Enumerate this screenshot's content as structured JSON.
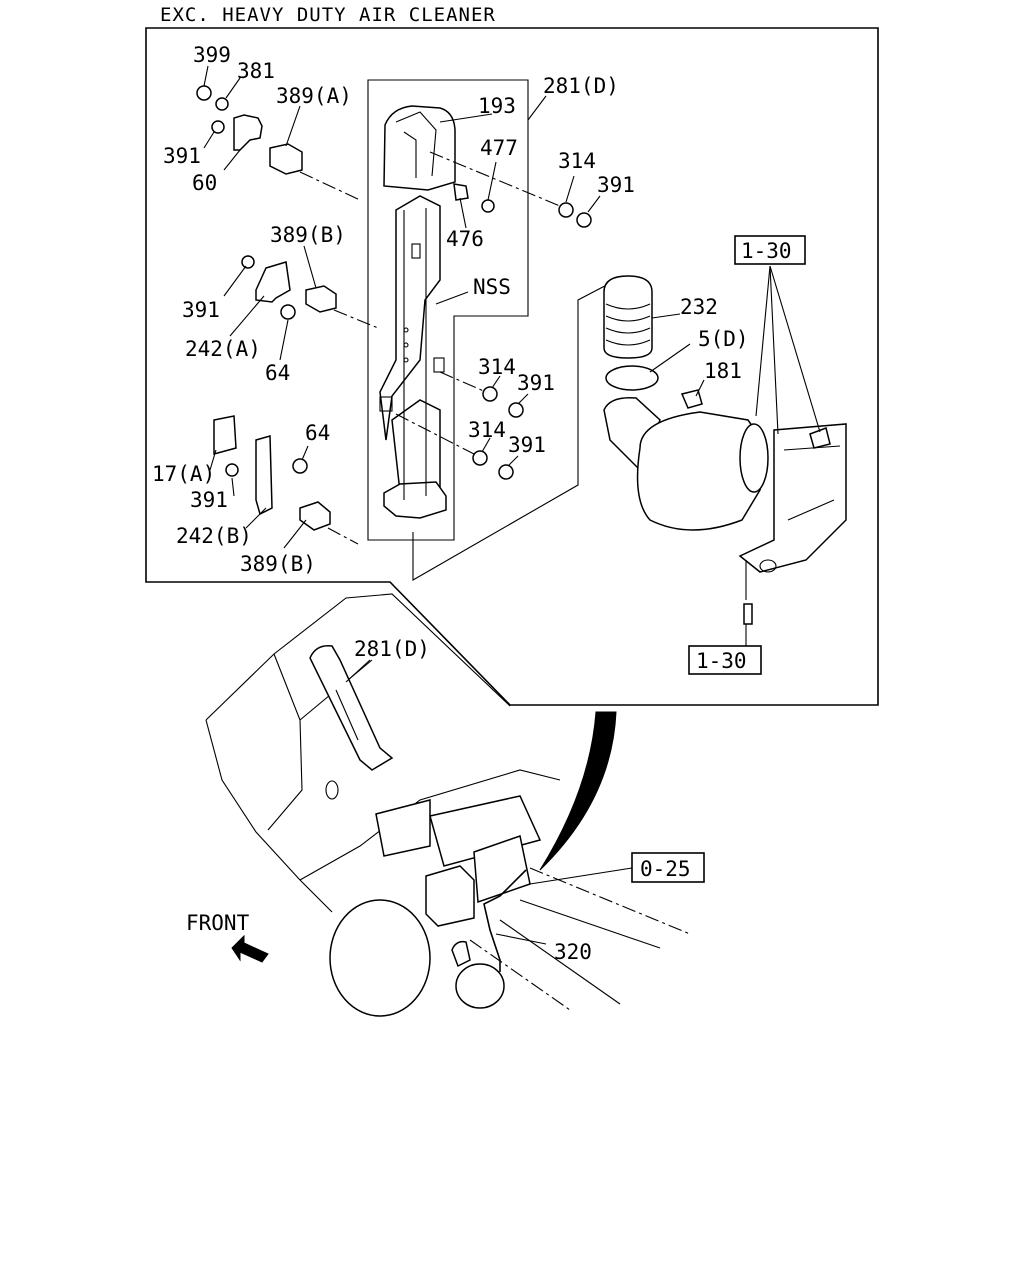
{
  "header": {
    "title": "EXC. HEAVY DUTY AIR CLEANER"
  },
  "callouts": {
    "p399": "399",
    "p381": "381",
    "p389a": "389(A)",
    "p391_top": "391",
    "p60": "60",
    "p193": "193",
    "p281d_top": "281(D)",
    "p477": "477",
    "p314_top": "314",
    "p391_topright": "391",
    "p476": "476",
    "p389b_mid": "389(B)",
    "nss": "NSS",
    "p391_mid": "391",
    "p242a": "242(A)",
    "p64_mid": "64",
    "p232": "232",
    "p5d": "5(D)",
    "p181": "181",
    "p314_mid": "314",
    "p391_mid2": "391",
    "p64_low": "64",
    "p314_low": "314",
    "p391_low2": "391",
    "p17a": "17(A)",
    "p391_low": "391",
    "p242b": "242(B)",
    "p389b_low": "389(B)",
    "p281d_truck": "281(D)",
    "p320": "320"
  },
  "references": {
    "ref_1_30_top": "1-30",
    "ref_1_30_bottom": "1-30",
    "ref_0_25": "0-25"
  },
  "front_label": "FRONT"
}
